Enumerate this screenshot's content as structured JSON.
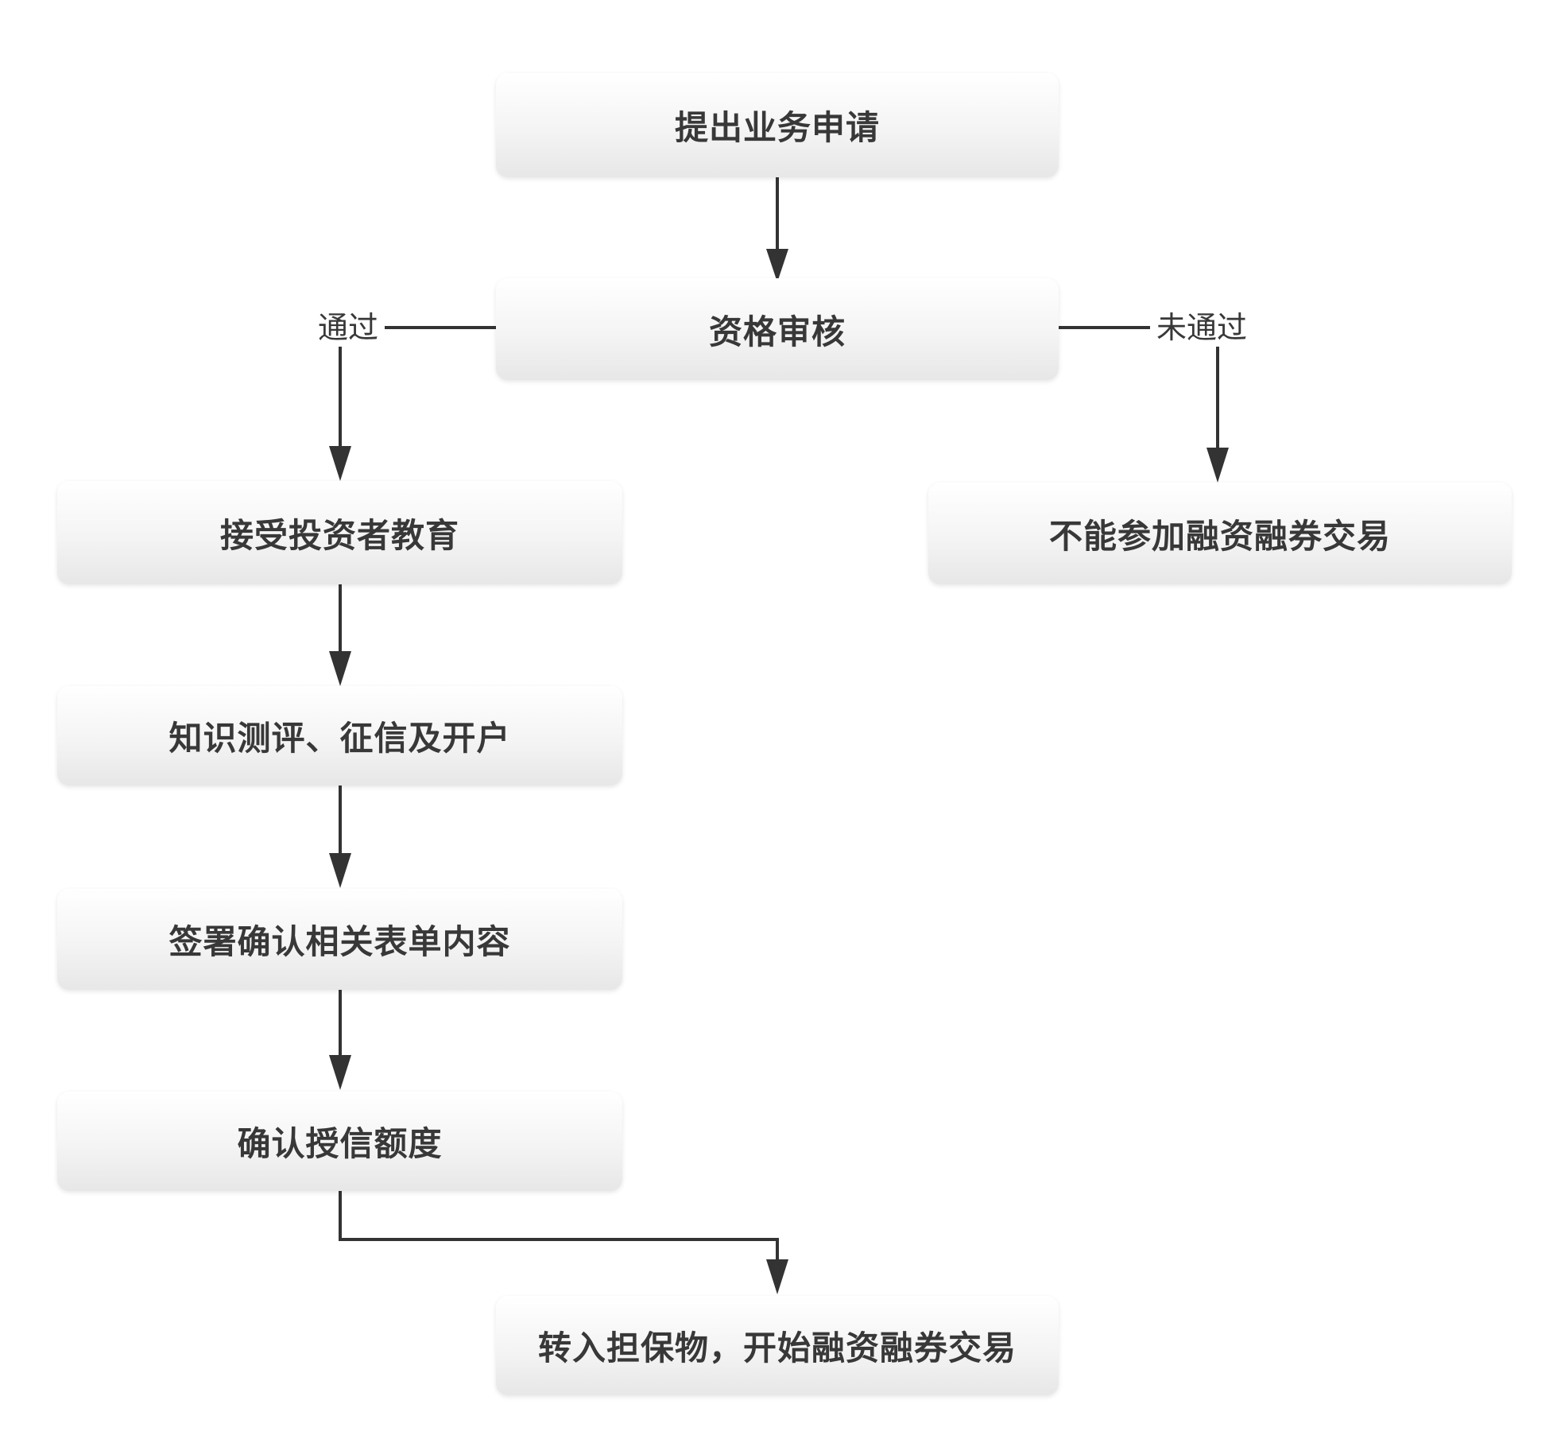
{
  "diagram": {
    "nodes": {
      "apply": {
        "label": "提出业务申请"
      },
      "review": {
        "label": "资格审核"
      },
      "education": {
        "label": "接受投资者教育"
      },
      "rejected": {
        "label": "不能参加融资融券交易"
      },
      "assessment": {
        "label": "知识测评、征信及开户"
      },
      "sign": {
        "label": "签署确认相关表单内容"
      },
      "credit": {
        "label": "确认授信额度"
      },
      "trade": {
        "label": "转入担保物，开始融资融券交易"
      }
    },
    "edge_labels": {
      "pass": "通过",
      "fail": "未通过"
    },
    "colors": {
      "background": "#ffffff",
      "line": "#333333",
      "text": "#383838",
      "box_gradient_top": "#ffffff",
      "box_gradient_bottom": "#e7e7e7"
    }
  }
}
